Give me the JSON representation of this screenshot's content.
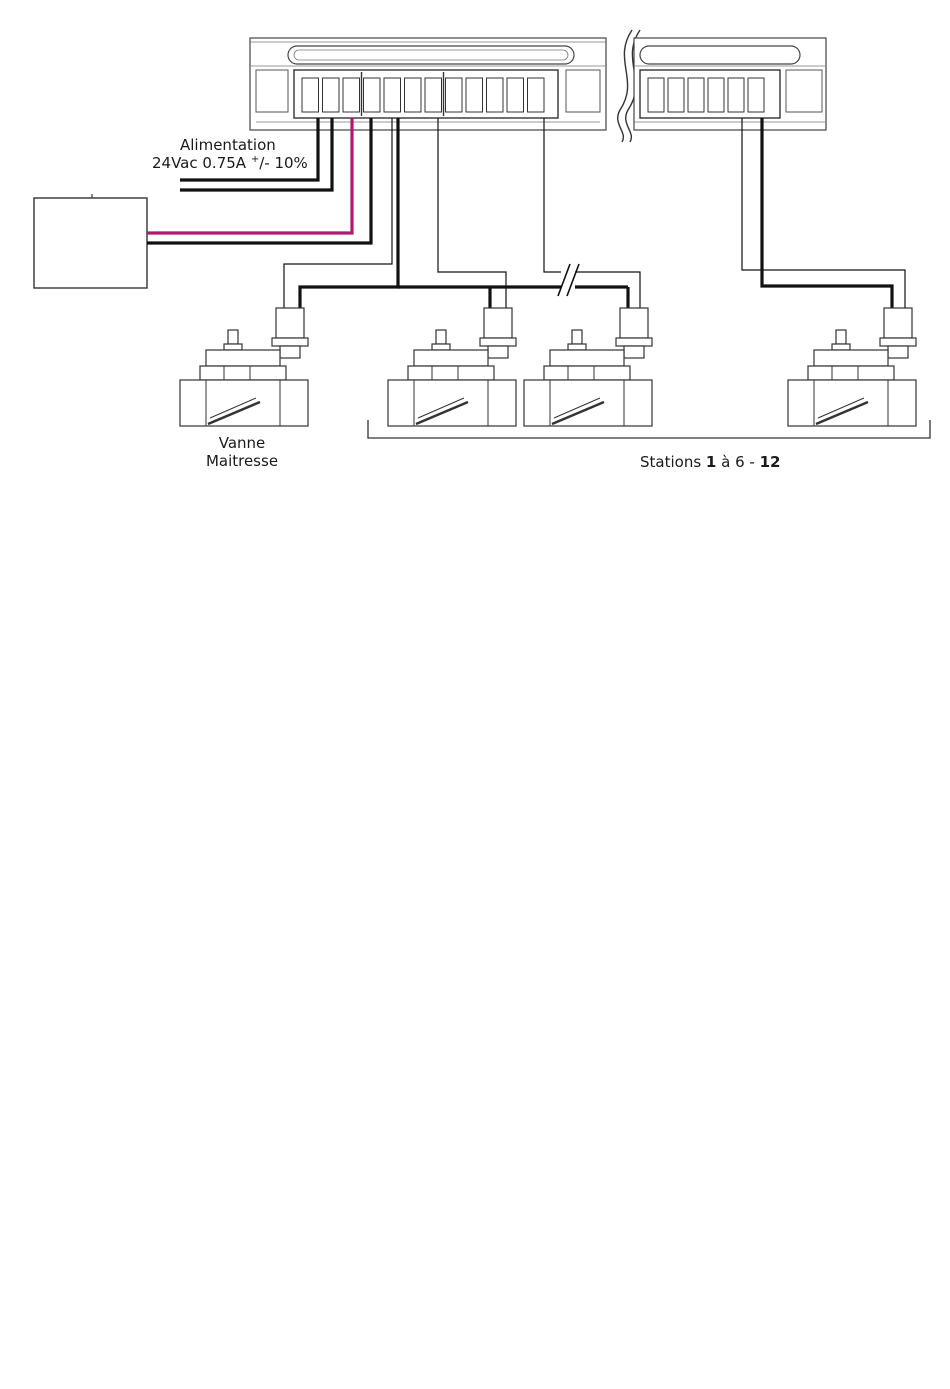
{
  "labels": {
    "power_line1": "Alimentation",
    "power_line2": "24Vac 0.75A",
    "power_sup": "+",
    "power_tail": "/- 10%",
    "master_line1": "Vanne",
    "master_line2": "Maitresse",
    "stations_prefix": "Stations ",
    "stations_n1": "1",
    "stations_mid": " à ",
    "stations_n2": "6",
    "stations_sep": " - ",
    "stations_n3": "12"
  },
  "colors": {
    "wire": "#111111",
    "common_wire": "#b5176e",
    "outline": "#333333"
  }
}
